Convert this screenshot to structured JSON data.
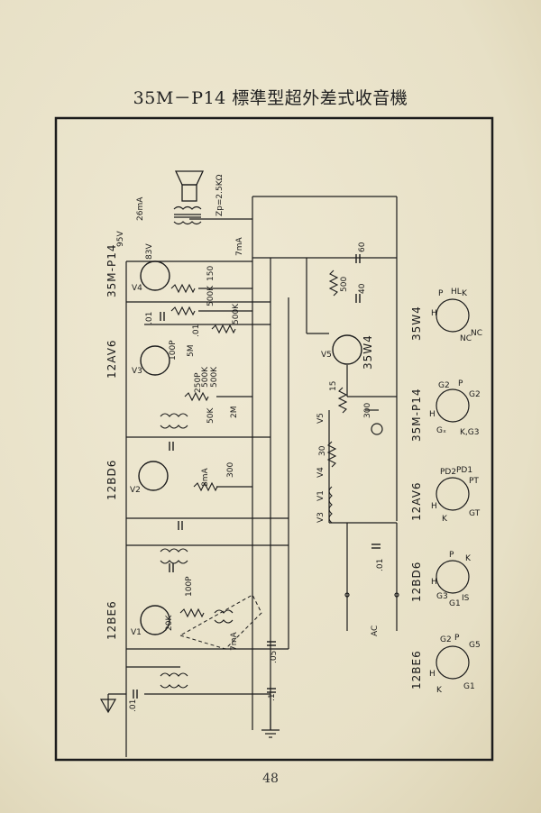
{
  "title": "35M－P14 標準型超外差式收音機",
  "page_number": "48",
  "tube_labels": {
    "t4": "35M-P14",
    "t3": "12AV6",
    "t2": "12BD6",
    "t1": "12BE6",
    "t5": "35W4"
  },
  "stage_labels": {
    "v4": "V4",
    "v3": "V3",
    "v2": "V2",
    "v1": "V1",
    "v5": "V5"
  },
  "component_labels": {
    "zp": "Zp=2.5KΩ",
    "v95": "95V",
    "ma26": "26mA",
    "ma7": "7mA",
    "v83": "83V",
    "r150": "150",
    "r500k_a": "500K",
    "r500k_b": "500K",
    "c01_a": ".01",
    "c01_b": ".01",
    "r5m": "5M",
    "c100p_a": "100P",
    "c250p": "250P",
    "r500k_c": "500K",
    "r500k_d": "500K",
    "r50k": "50K",
    "r2m": "2M",
    "ma8": "8mA",
    "r300": "300",
    "c100p_b": "100P",
    "r20k": "20K",
    "ma7b": "7mA",
    "c05": ".05",
    "c1": ".1",
    "c01_c": ".01",
    "c60": "60",
    "c40": "40",
    "r500": "500",
    "r15": "15",
    "r300b": "300",
    "r30": "30",
    "h_v5": "V5",
    "h_v4": "V4",
    "h_v1": "V1",
    "h_v3": "V3",
    "ac": "AC",
    "c01_d": ".01"
  },
  "base_diagrams": [
    {
      "tube": "35W4",
      "pins": [
        "P",
        "H",
        "K",
        "HL",
        "NC",
        "NC"
      ]
    },
    {
      "tube": "35M-P14",
      "pins": [
        "G2",
        "P",
        "G2",
        "H",
        "Gₓ",
        "K,G3"
      ]
    },
    {
      "tube": "12AV6",
      "pins": [
        "PD2",
        "PD1",
        "PT",
        "H",
        "K",
        "GT"
      ]
    },
    {
      "tube": "12BD6",
      "pins": [
        "P",
        "K",
        "H",
        "G3",
        "G1",
        "IS"
      ]
    },
    {
      "tube": "12BE6",
      "pins": [
        "G2",
        "P",
        "G5",
        "H",
        "K",
        "G1"
      ]
    }
  ]
}
